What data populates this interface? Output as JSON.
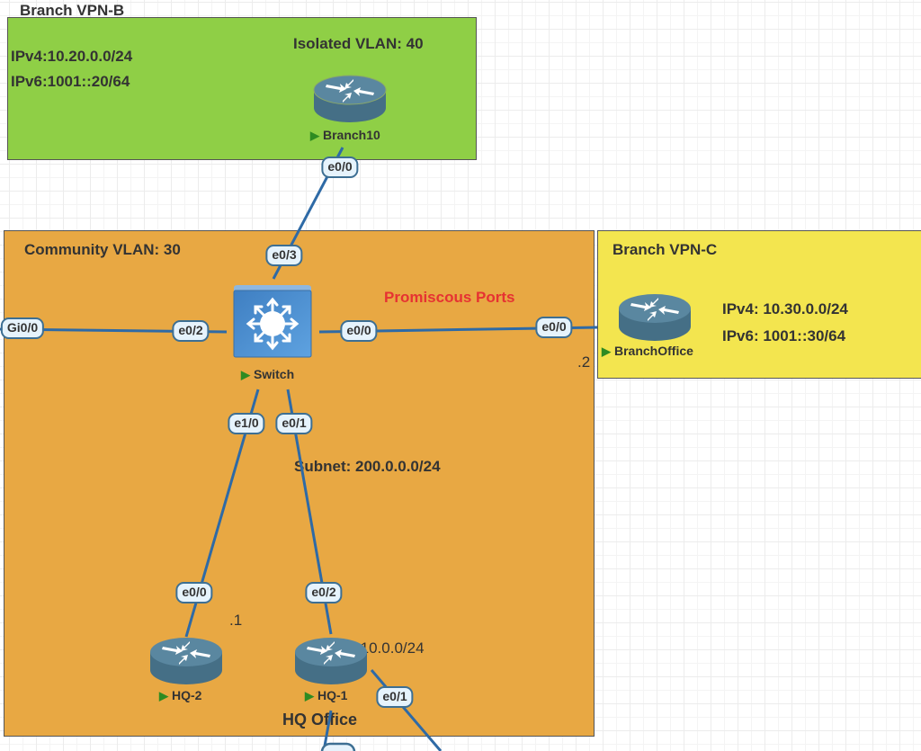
{
  "zones": {
    "branch_vpn_b": {
      "title": "Branch VPN-B",
      "ipv4": "IPv4:10.20.0.0/24",
      "ipv6": "IPv6:1001::20/64",
      "vlan": "Isolated VLAN: 40",
      "color": "#8fcf46"
    },
    "hq": {
      "vlan": "Community VLAN: 30",
      "promiscuous": "Promiscous Ports",
      "subnet": "Subnet: 200.0.0.0/24",
      "office": "HQ Office",
      "lan": "10.10.0.0/24",
      "host_hq2": ".1",
      "color": "#e8a843"
    },
    "branch_vpn_c": {
      "title": "Branch VPN-C",
      "ipv4": "IPv4: 10.30.0.0/24",
      "ipv6": "IPv6: 1001::30/64",
      "host": ".2",
      "color": "#f3e54f"
    }
  },
  "nodes": {
    "branch10": "Branch10",
    "switch": "Switch",
    "branch_office": "BranchOffice",
    "hq2": "HQ-2",
    "hq1": "HQ-1"
  },
  "ports": {
    "branch10_e00": "e0/0",
    "switch_e03": "e0/3",
    "external_gi00": "Gi0/0",
    "switch_e02": "e0/2",
    "switch_e00": "e0/0",
    "branchoffice_e00": "e0/0",
    "switch_e10": "e1/0",
    "switch_e01": "e0/1",
    "hq2_e00": "e0/0",
    "hq1_e02": "e0/2",
    "hq1_e01": "e0/1"
  },
  "status_icon": "play-icon",
  "link_color": "#2e6aa6"
}
